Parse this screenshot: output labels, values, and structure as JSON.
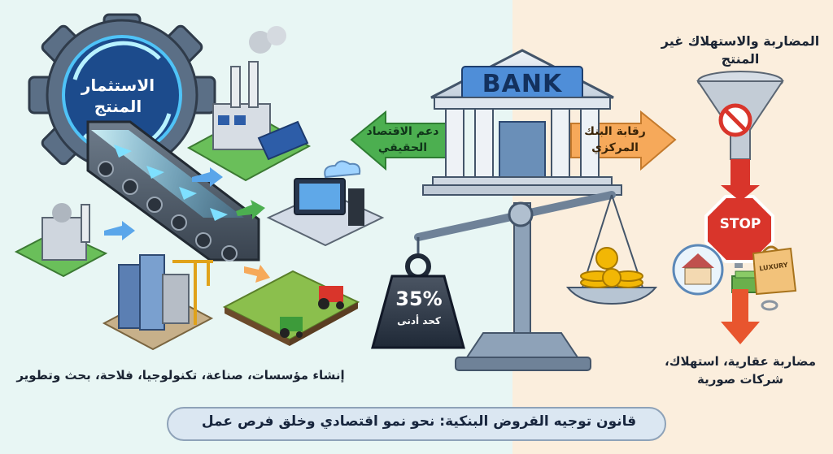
{
  "gear_label": "الاستثمار المنتج",
  "left_caption": "إنشاء مؤسسات، صناعة، تكنولوجيا، فلاحة، بحث وتطوير",
  "arrow_left_label": "دعم الاقتصاد الحقيقي",
  "arrow_right_label": "رقابة البنك المركزي",
  "bank_sign": "BANK",
  "weight_percent": "35%",
  "weight_subtitle": "كحد أدنى",
  "right_top_label": "المضاربة والاستهلاك غير المنتج",
  "stop_sign": "STOP",
  "luxury_bag": "LUXURY",
  "right_bottom_label": "مضاربة عقارية، استهلاك، شركات صورية",
  "banner_title": "قانون توجيه القروض البنكية: نحو نمو اقتصادي وخلق فرص عمل",
  "colors": {
    "left_background": "#e8f6f4",
    "right_background": "#fbeedd",
    "gear": "#5b6f86",
    "glow": "#4fc3f7",
    "arrow_green": "#4caf50",
    "arrow_orange": "#f6a95a",
    "stop_red": "#d9352b",
    "down_arrow": "#e8552e",
    "banner": "#dbe7f2"
  },
  "icons": [
    "gear-icon",
    "conveyor-belt-icon",
    "factory-icon",
    "city-buildings-icon",
    "crane-icon",
    "computer-workstation-icon",
    "farm-tractor-icon",
    "bank-building-icon",
    "balance-scale-icon",
    "weight-icon",
    "coin-stack-icon",
    "funnel-icon",
    "prohibited-icon",
    "stop-sign-icon",
    "house-icon",
    "money-stack-icon",
    "shopping-bag-icon",
    "ring-icon",
    "down-arrow-icon"
  ]
}
